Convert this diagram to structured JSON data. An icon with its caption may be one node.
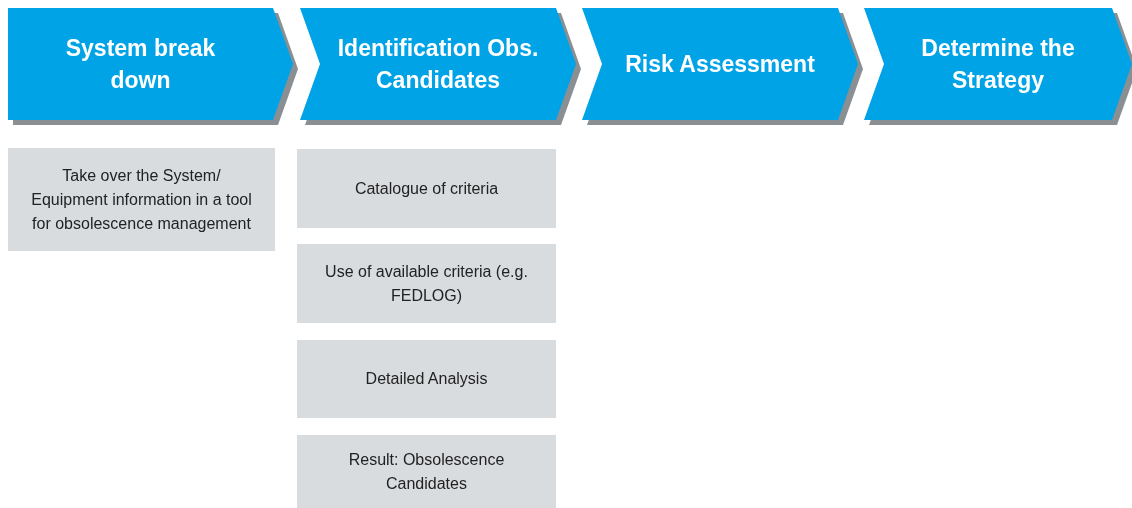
{
  "diagram": {
    "nodes": [
      {
        "text": [
          "System break down"
        ]
      },
      {
        "text": [
          "Identification Obs. Candidates"
        ]
      },
      {
        "text": [
          "Risk Assessment"
        ]
      },
      {
        "text": [
          "Determine the Strategy"
        ]
      },
      {
        "text": [
          "Take over the System/ Equipment information in a tool for obsolescence management"
        ]
      },
      {
        "text": [
          "Catalogue of criteria"
        ]
      },
      {
        "text": [
          "Use of available criteria (e.g. FEDLOG)"
        ]
      },
      {
        "text": [
          "Detailed Analysis"
        ]
      },
      {
        "text": [
          "Result: Obsolescence Candidates"
        ]
      }
    ]
  }
}
